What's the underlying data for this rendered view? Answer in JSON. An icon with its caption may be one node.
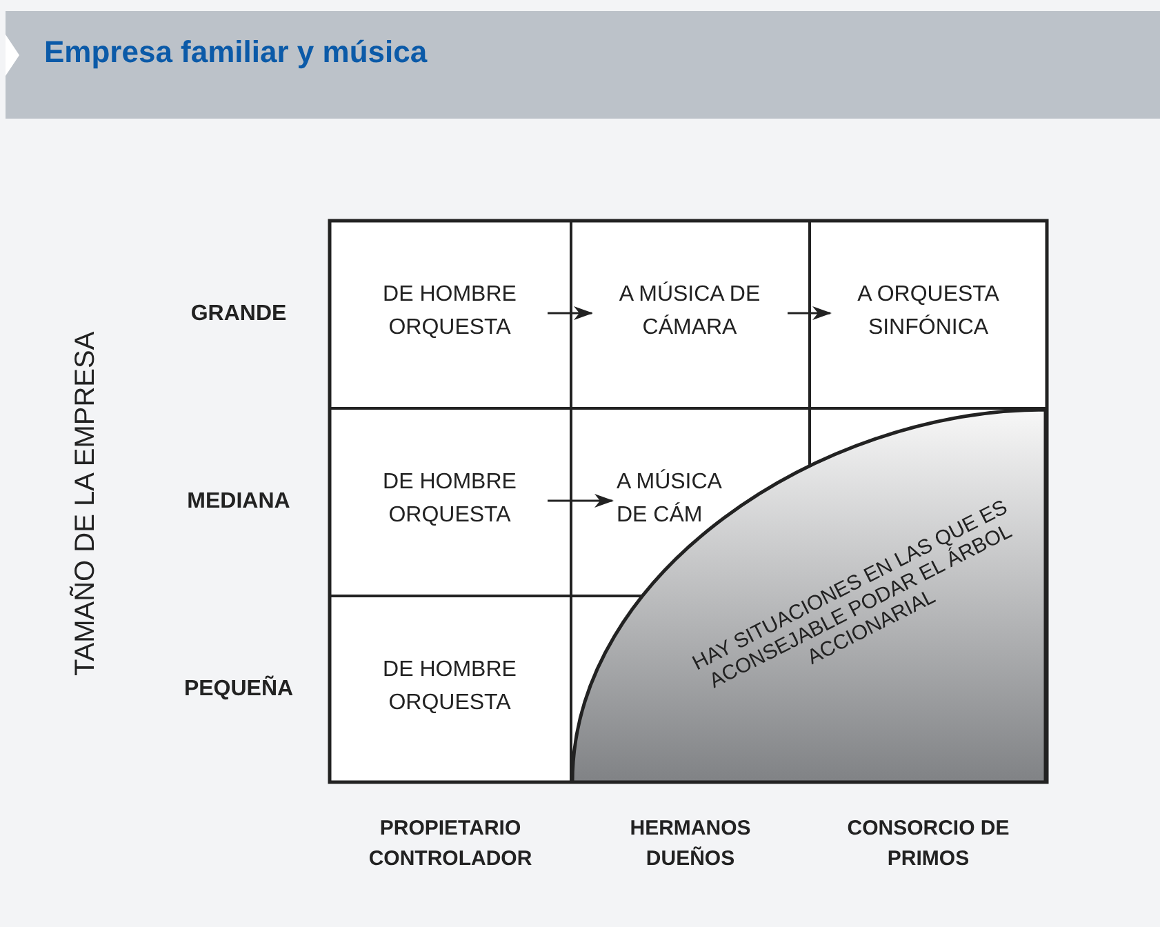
{
  "diagram": {
    "title": "Empresa familiar y música",
    "nodes": [
      {
        "text": [
          "DE HOMBRE ORQUESTA"
        ]
      },
      {
        "text": [
          "A MÚSICA DE CÁMARA"
        ]
      },
      {
        "text": [
          "A ORQUESTA SINFÓNICA"
        ]
      },
      {
        "text": [
          "DE HOMBRE ORQUESTA"
        ]
      },
      {
        "text": [
          "A MÚSICA DE CÁM"
        ]
      },
      {
        "text": [
          "DE HOMBRE ORQUESTA"
        ]
      },
      {
        "text": [
          "HAY SITUACIONES EN LAS QUE ES ACONSEJABLE PODAR EL ÁRBOL ACCIONARIAL"
        ]
      }
    ],
    "edges": [
      {
        "from": 0,
        "to": 1,
        "arrow": "to"
      },
      {
        "from": 1,
        "to": 2,
        "arrow": "to"
      },
      {
        "from": 3,
        "to": 4,
        "arrow": "to"
      }
    ],
    "labels": [
      "TAMAÑO DE LA EMPRESA",
      "GRANDE",
      "MEDIANA",
      "PEQUEÑA",
      "PROPIETARIO CONTROLADOR",
      "HERMANOS DUEÑOS",
      "CONSORCIO DE PRIMOS"
    ]
  }
}
